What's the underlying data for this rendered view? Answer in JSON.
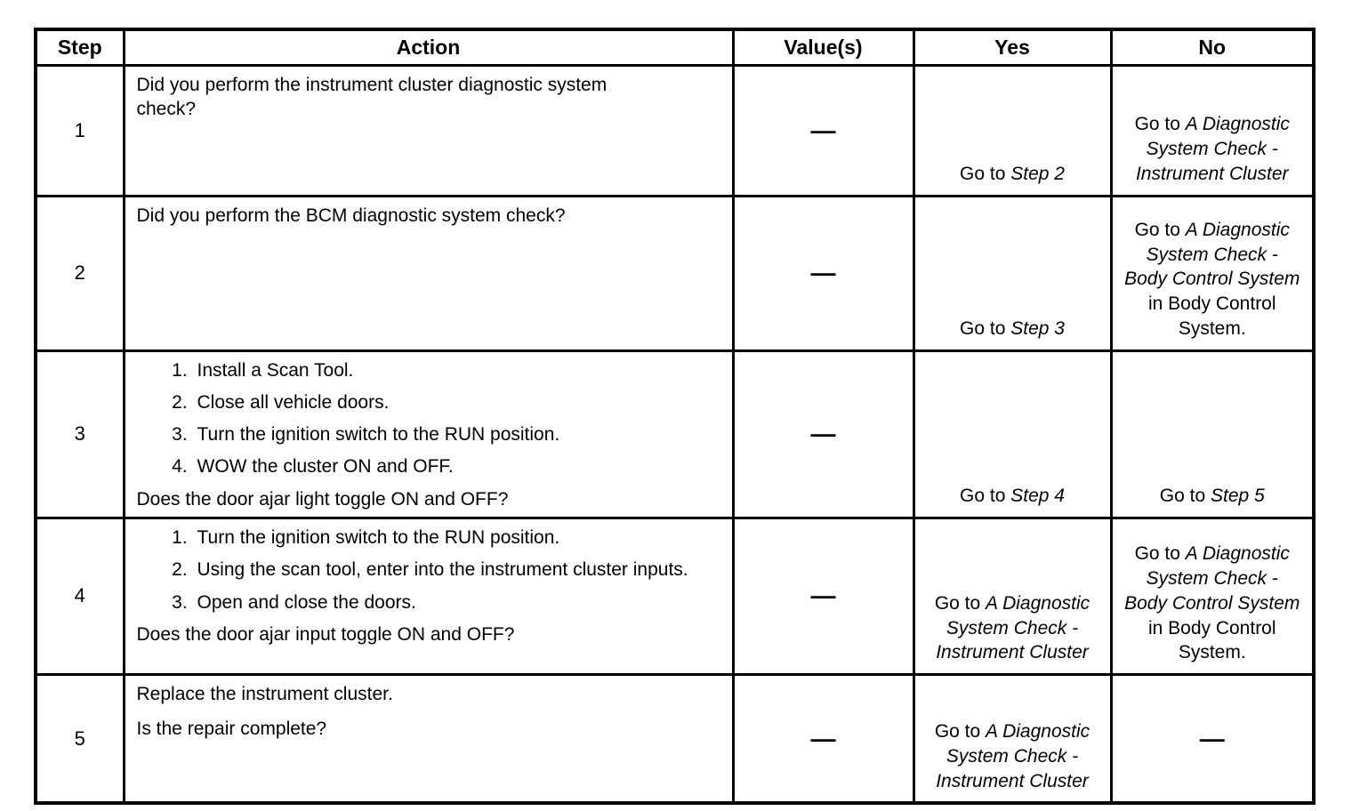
{
  "colors": {
    "text": "#000000",
    "background": "#ffffff",
    "border": "#000000"
  },
  "table": {
    "headers": [
      "Step",
      "Action",
      "Value(s)",
      "Yes",
      "No"
    ],
    "rows": [
      {
        "step": "1",
        "action": {
          "text": "Did you perform the instrument cluster diagnostic system check?"
        },
        "value": "—",
        "yes": {
          "prefix": "Go to ",
          "ref": "Step 2"
        },
        "no": {
          "prefix": "Go to ",
          "ref": "A Diagnostic System Check - Instrument Cluster"
        }
      },
      {
        "step": "2",
        "action": {
          "text": "Did you perform the BCM diagnostic system check?"
        },
        "value": "—",
        "yes": {
          "prefix": "Go to ",
          "ref": "Step 3"
        },
        "no": {
          "prefix": "Go to ",
          "ref": "A Diagnostic System Check - Body Control System",
          "suffix": " in Body Control System."
        }
      },
      {
        "step": "3",
        "action": {
          "items": [
            "Install a Scan Tool.",
            "Close all vehicle doors.",
            "Turn the ignition switch to the RUN position.",
            "WOW the cluster ON and OFF."
          ],
          "question": "Does the door ajar light toggle ON and OFF?"
        },
        "value": "—",
        "yes": {
          "prefix": "Go to ",
          "ref": "Step 4"
        },
        "no": {
          "prefix": "Go to ",
          "ref": "Step 5"
        }
      },
      {
        "step": "4",
        "action": {
          "items": [
            "Turn the ignition switch to the RUN position.",
            "Using the scan tool, enter into the instrument cluster inputs.",
            "Open and close the doors."
          ],
          "question": "Does the door ajar input toggle ON and OFF?"
        },
        "value": "—",
        "yes": {
          "prefix": "Go to ",
          "ref": "A Diagnostic System Check - Instrument Cluster"
        },
        "no": {
          "prefix": "Go to ",
          "ref": "A Diagnostic System Check - Body Control System",
          "suffix": " in Body Control System."
        }
      },
      {
        "step": "5",
        "action": {
          "text": "Replace the instrument cluster.",
          "text2": "Is the repair complete?"
        },
        "value": "—",
        "yes": {
          "prefix": "Go to ",
          "ref": "A Diagnostic System Check - Instrument Cluster"
        },
        "no": {
          "dash": "—"
        }
      }
    ]
  }
}
